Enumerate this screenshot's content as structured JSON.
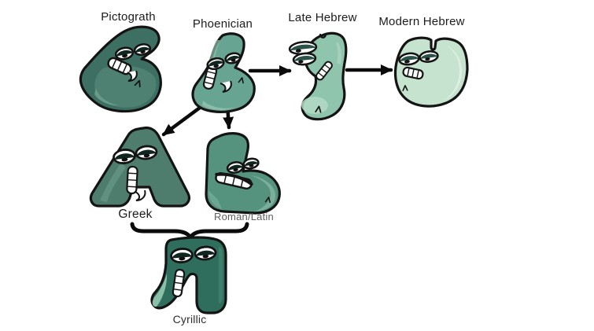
{
  "diagram": {
    "kind": "flowchart",
    "nodes": [
      {
        "id": "pictograph",
        "label": "Pictograth"
      },
      {
        "id": "phoenician",
        "label": "Phoenician"
      },
      {
        "id": "late_hebrew",
        "label": "Late Hebrew"
      },
      {
        "id": "modern_hebrew",
        "label": "Modern Hebrew"
      },
      {
        "id": "greek",
        "label": "Greek"
      },
      {
        "id": "roman_latin",
        "label": "Roman/Latin"
      },
      {
        "id": "cyrillic",
        "label": "Cyrillic"
      }
    ],
    "edges": [
      {
        "from": "Phoenician",
        "to": "Late Hebrew",
        "style": "arrow"
      },
      {
        "from": "Late Hebrew",
        "to": "Modern Hebrew",
        "style": "arrow"
      },
      {
        "from": "Phoenician",
        "to": "Greek",
        "style": "arrow"
      },
      {
        "from": "Phoenician",
        "to": "Roman/Latin",
        "style": "arrow"
      },
      {
        "from": "Greek + Roman/Latin",
        "to": "Cyrillic",
        "style": "brace"
      }
    ]
  },
  "colors": {
    "background": "#ffffff",
    "outline": "#141414",
    "arrow": "#0b0b0b",
    "label_text": "#1c1c1c",
    "label_muted": "#5f5f5f",
    "eyelid_dark": "#10251f",
    "eyelid_green": "#2a5248",
    "pictograph_body": "#3e6f63",
    "pictograph_light": "#4f8172",
    "phoenician_body": "#68a492",
    "phoenician_light": "#8fc0ab",
    "late_hebrew_body": "#8fc4ad",
    "late_hebrew_light": "#b4dac4",
    "modern_hebrew_body": "#c6e3d0",
    "modern_hebrew_light": "#e0f0e2",
    "greek_body": "#4e7d6e",
    "greek_light": "#6fa28f",
    "roman_latin_body": "#56937f",
    "roman_latin_light": "#7db29e",
    "cyrillic_body": "#2f6e5c",
    "cyrillic_light": "#8cbfa8"
  }
}
